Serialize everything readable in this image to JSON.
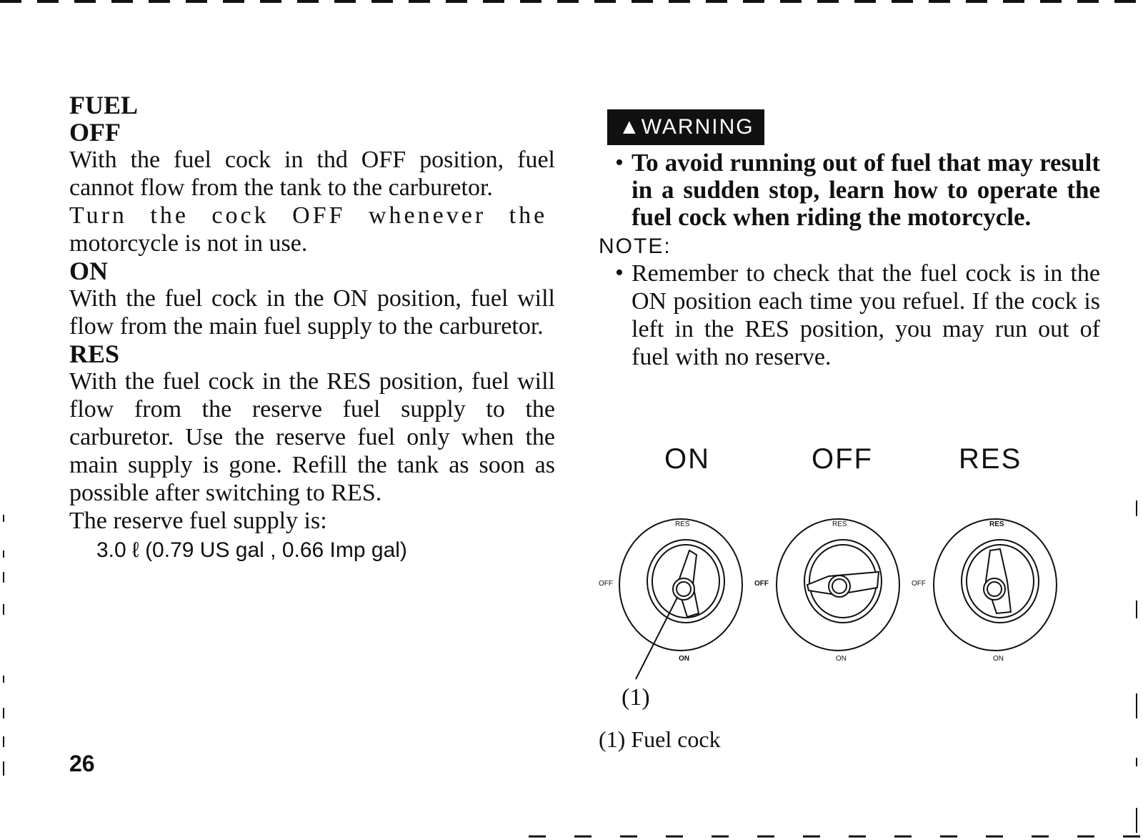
{
  "left": {
    "fuel_heading": "FUEL",
    "off_heading": "OFF",
    "off_text_1": "With the fuel cock in thd OFF position, fuel cannot flow from the tank to the carburetor.",
    "off_text_2": "Turn the cock OFF whenever the",
    "off_text_3": "motorcycle is not in use.",
    "on_heading": "ON",
    "on_text": "With the fuel cock in the ON position, fuel will flow from the main fuel supply to the carburetor.",
    "res_heading": "RES",
    "res_text": "With the fuel cock in the RES position, fuel will flow from the reserve fuel supply to the carburetor. Use the reserve fuel only when the main supply is gone. Refill the tank as soon as possible after switching to RES.",
    "reserve_intro": "The reserve fuel supply is:",
    "reserve_capacity": "3.0 ℓ (0.79 US gal , 0.66 Imp gal)"
  },
  "right": {
    "warning_label": "WARNING",
    "warning_text": "To avoid running out of fuel that may result in a sudden stop, learn how to operate the fuel cock when riding the motorcycle.",
    "note_label": "NOTE:",
    "note_text": "Remember to check that the fuel cock is in the ON position each time you refuel. If the cock is left in the RES position, you may run out of fuel with no reserve."
  },
  "diagram": {
    "positions": [
      "ON",
      "OFF",
      "RES"
    ],
    "dial_labels": {
      "top": "RES",
      "left": "OFF",
      "bottom": "ON"
    },
    "callout": "(1)",
    "caption": "(1)  Fuel cock"
  },
  "page_number": "26"
}
